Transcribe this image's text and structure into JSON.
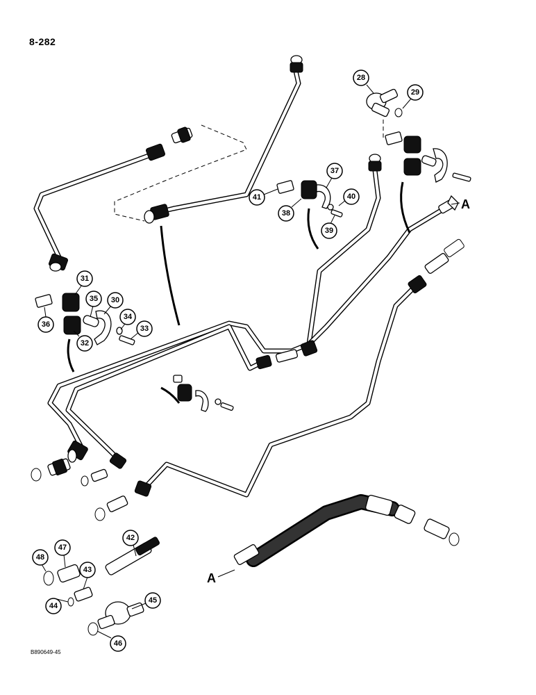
{
  "page": {
    "number": "8-282",
    "figure_code": "B890649-45"
  },
  "reference_marks": {
    "upper": "A",
    "lower": "A"
  },
  "callouts": [
    "28",
    "29",
    "30",
    "31",
    "32",
    "33",
    "34",
    "35",
    "36",
    "37",
    "38",
    "39",
    "40",
    "41",
    "42",
    "43",
    "44",
    "45",
    "46",
    "47",
    "48"
  ]
}
